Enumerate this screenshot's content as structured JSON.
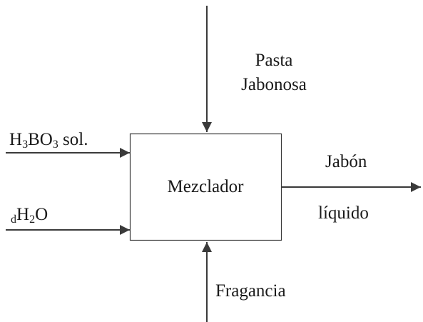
{
  "diagram": {
    "process": {
      "label": "Mezclador"
    },
    "inputs": {
      "top": {
        "line1": "Pasta",
        "line2": "Jabonosa"
      },
      "boric_acid": {
        "p1": "H",
        "s1": "3",
        "p2": "BO",
        "s2": "3",
        "p3": " sol."
      },
      "water": {
        "s0": "d",
        "p1": "H",
        "s1": "2",
        "p2": "O"
      },
      "bottom": {
        "label": "Fragancia"
      }
    },
    "output": {
      "line1": "Jabón",
      "line2": "líquido"
    },
    "colors": {
      "stroke": "#3a3a3a",
      "box_fill": "#ffffff",
      "text": "#1a1a1a"
    }
  }
}
